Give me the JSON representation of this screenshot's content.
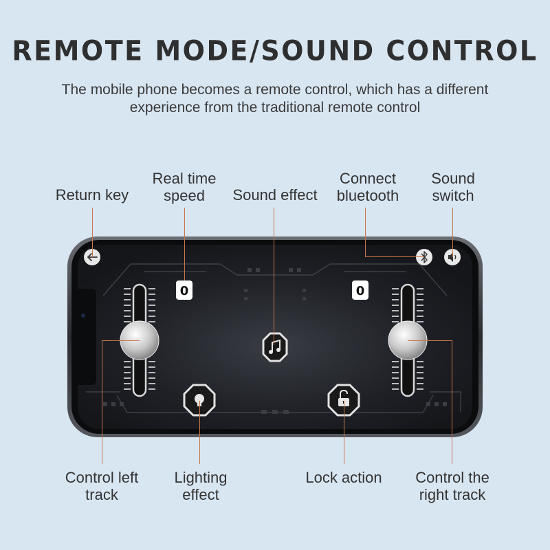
{
  "header": {
    "title": "REMOTE MODE/SOUND CONTROL",
    "subtitle": "The mobile phone becomes a remote control, which has a different experience from the traditional remote control"
  },
  "callouts": {
    "return_key": "Return key",
    "real_time_speed": "Real time\nspeed",
    "sound_effect": "Sound effect",
    "connect_bluetooth": "Connect\nbluetooth",
    "sound_switch": "Sound\nswitch",
    "control_left_track": "Control left\ntrack",
    "lighting_effect": "Lighting\neffect",
    "lock_action": "Lock action",
    "control_right_track": "Control the\nright track"
  },
  "app": {
    "speed_left": "0",
    "speed_right": "0",
    "icons": [
      "back-arrow-icon",
      "bluetooth-icon",
      "speaker-icon",
      "music-note-icon",
      "light-bulb-icon",
      "unlock-icon"
    ]
  },
  "colors": {
    "background": "#d8e6f2",
    "leader_line": "#c8774a",
    "screen": "#1c1e24"
  }
}
